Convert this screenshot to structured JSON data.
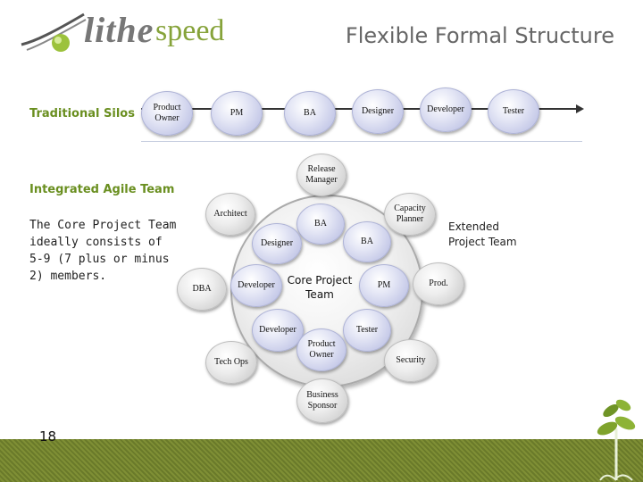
{
  "brand": {
    "part1": "lithe",
    "part2": "speed"
  },
  "title": "Flexible Formal Structure",
  "traditional": {
    "label": "Traditional Silos",
    "roles": [
      "Product Owner",
      "PM",
      "BA",
      "Designer",
      "Developer",
      "Tester"
    ]
  },
  "agile": {
    "label": "Integrated Agile Team",
    "description": "The Core Project Team ideally consists of 5-9 (7 plus or minus 2) members.",
    "core_label": "Core Project Team",
    "extended_label": "Extended Project Team",
    "core_nodes": [
      "BA",
      "Designer",
      "BA",
      "Developer",
      "PM",
      "Developer",
      "Tester",
      "Product Owner"
    ],
    "extended_nodes": [
      "Release Manager",
      "Architect",
      "Capacity Planner",
      "DBA",
      "Prod.",
      "Tech Ops",
      "Security",
      "Business Sponsor"
    ]
  },
  "page_number": "18",
  "colors": {
    "accent_green": "#6a8f20",
    "node_blue": "#b3b8e0",
    "node_grey": "#c4c4c4",
    "footer": "#6a7a2a"
  }
}
